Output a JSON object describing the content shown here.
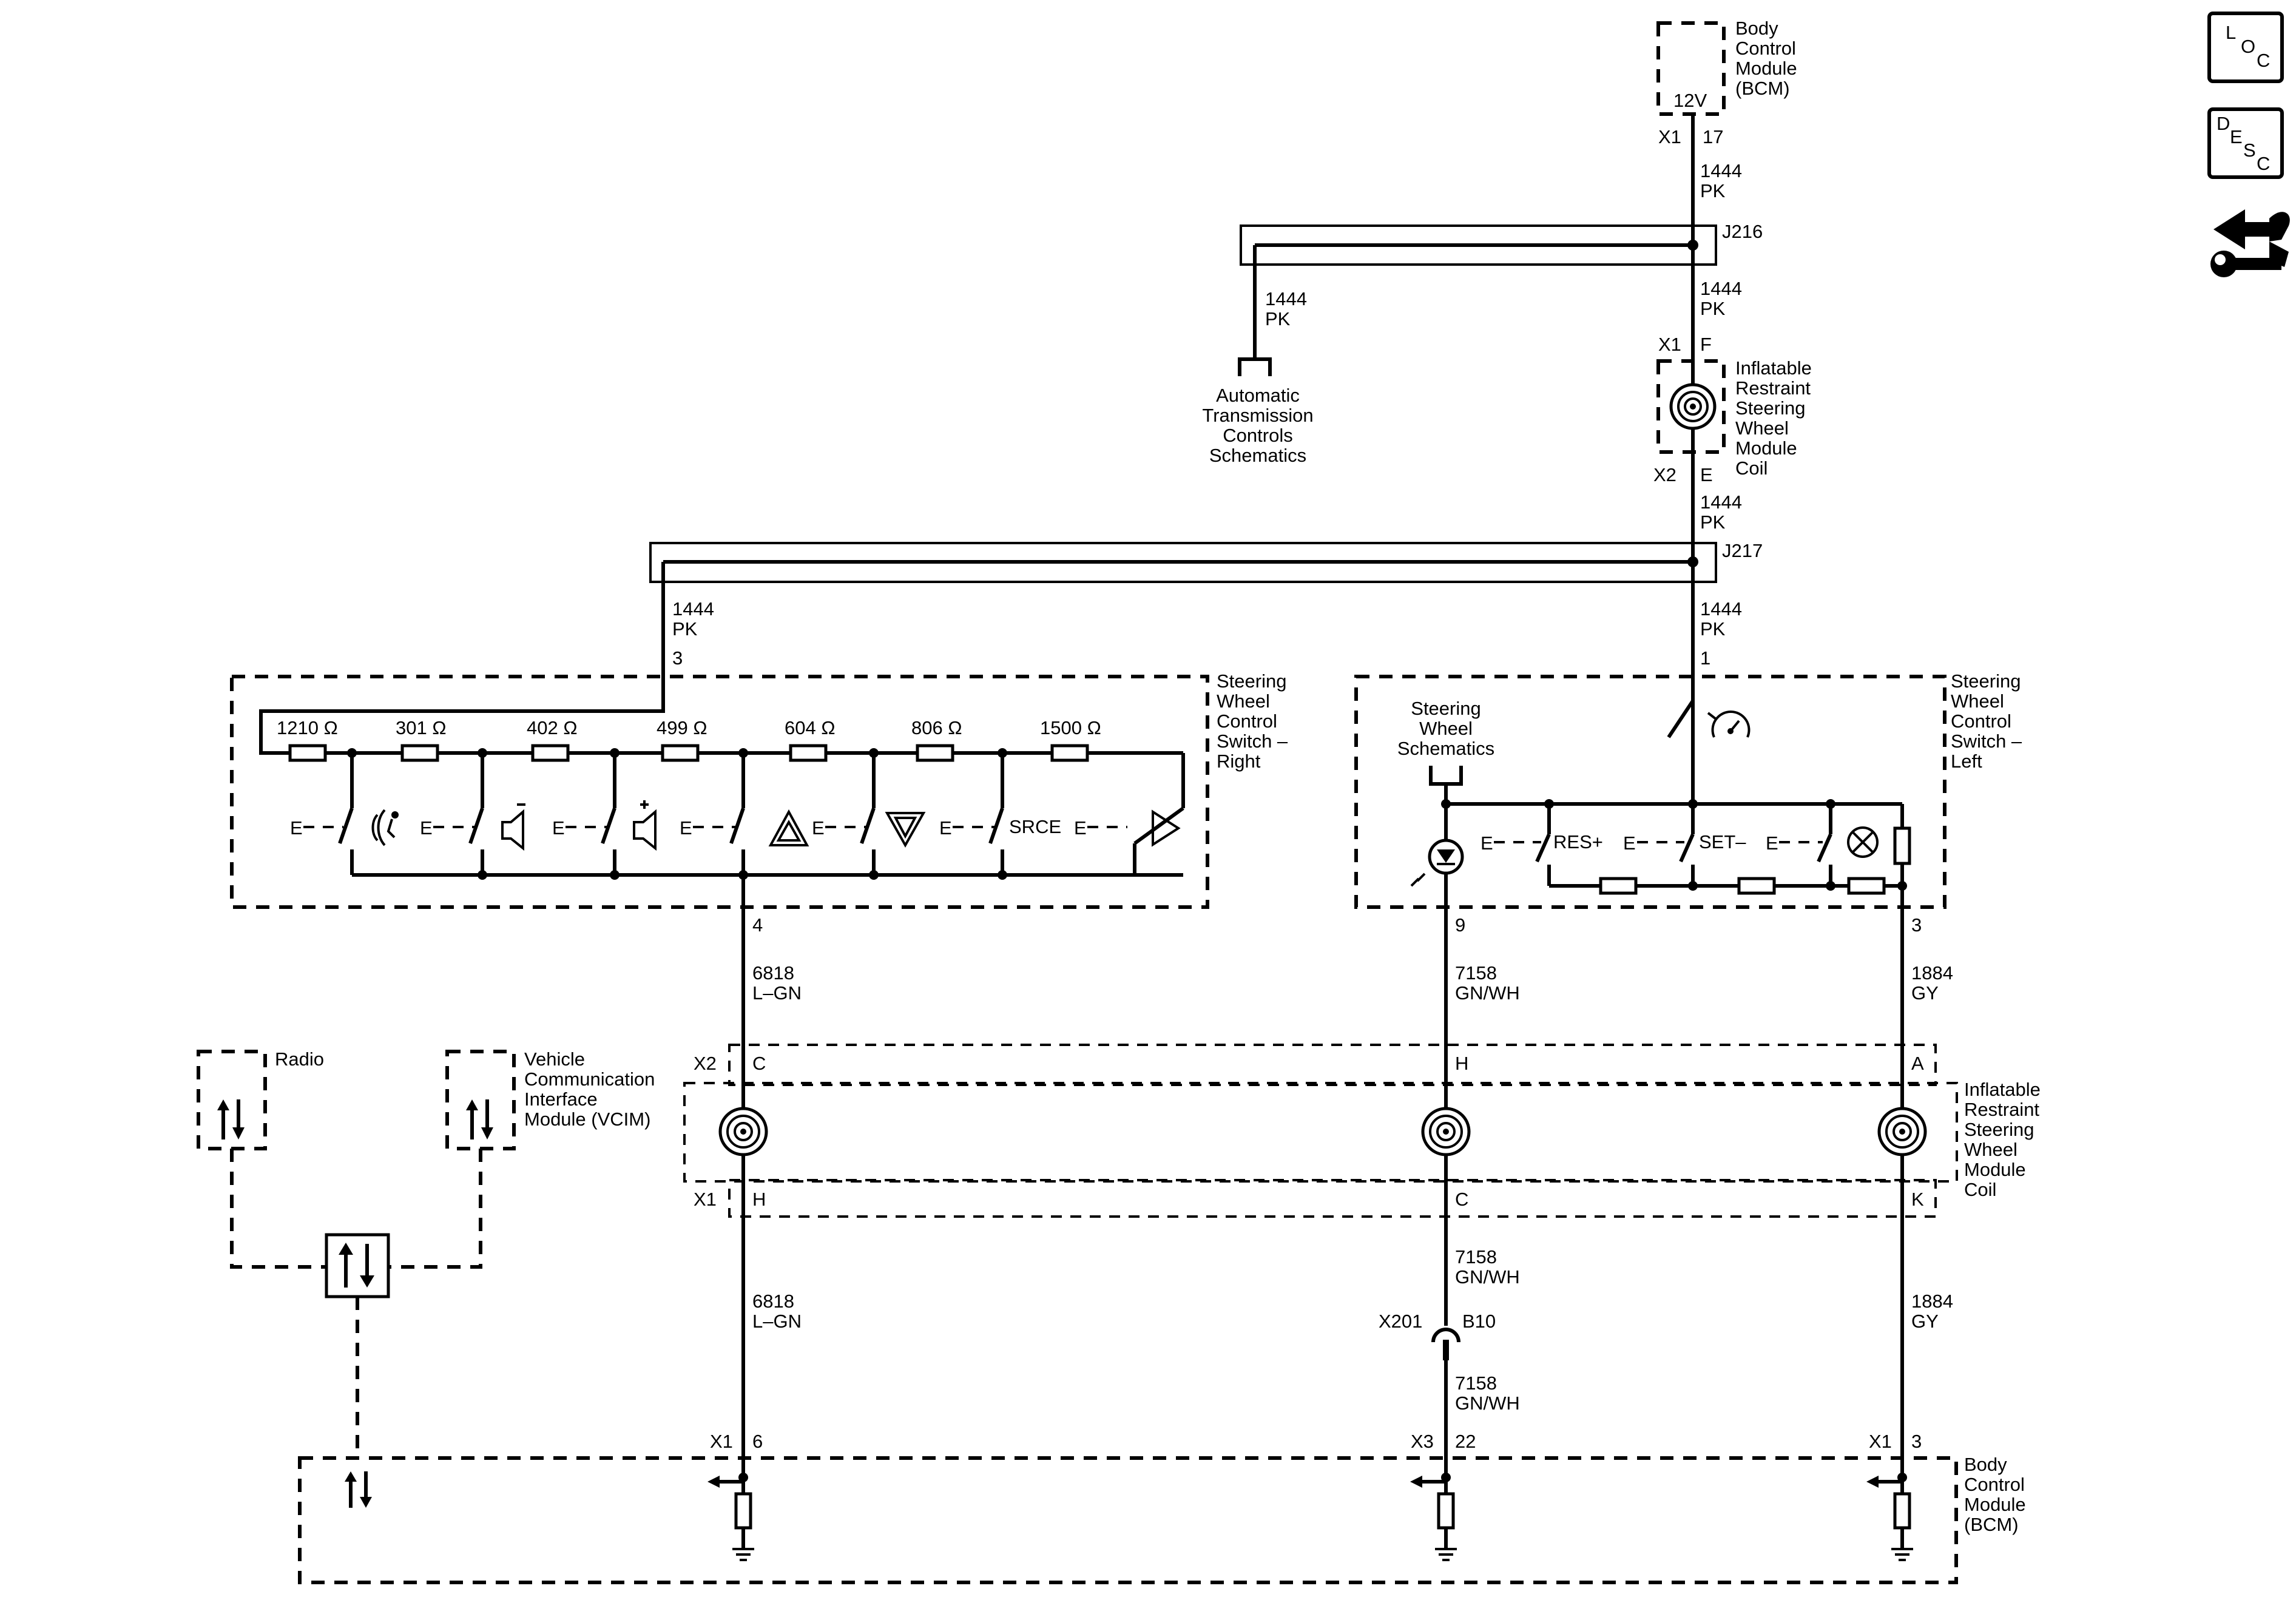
{
  "bcm_top": {
    "name": [
      "Body",
      "Control",
      "Module",
      "(BCM)"
    ],
    "voltage": "12V",
    "connector": "X1",
    "pin": "17"
  },
  "wires": {
    "pk": [
      "1444",
      "PK"
    ],
    "lgn": [
      "6818",
      "L–GN"
    ],
    "gnwh": [
      "7158",
      "GN/WH"
    ],
    "gy": [
      "1884",
      "GY"
    ]
  },
  "splices": {
    "j216": "J216",
    "j217": "J217"
  },
  "atc": {
    "label": [
      "Automatic",
      "Transmission",
      "Controls",
      "Schematics"
    ]
  },
  "coil_top": {
    "name": [
      "Inflatable",
      "Restraint",
      "Steering",
      "Wheel",
      "Module",
      "Coil"
    ],
    "c1": "X1",
    "p1": "F",
    "c2": "X2",
    "p2": "E"
  },
  "swc_right": {
    "name": [
      "Steering",
      "Wheel",
      "Control",
      "Switch –",
      "Right"
    ],
    "pin_in": "3",
    "pin_out": "4",
    "resistors": [
      "1210 Ω",
      "301 Ω",
      "402 Ω",
      "499 Ω",
      "604 Ω",
      "806 Ω",
      "1500 Ω"
    ],
    "srce": "SRCE",
    "switch_letter": "E"
  },
  "swc_left": {
    "name": [
      "Steering",
      "Wheel",
      "Control",
      "Switch –",
      "Left"
    ],
    "ref": [
      "Steering",
      "Wheel",
      "Schematics"
    ],
    "pin_in": "1",
    "pin_led": "9",
    "pin_out": "3",
    "res_plus": "RES+",
    "set_minus": "SET–"
  },
  "coil_bottom": {
    "name": [
      "Inflatable",
      "Restraint",
      "Steering",
      "Wheel",
      "Module",
      "Coil"
    ],
    "x2": "X2",
    "x1": "X1",
    "x2_pins": [
      "C",
      "H",
      "A"
    ],
    "x1_pins": [
      "H",
      "C",
      "K"
    ]
  },
  "radio": {
    "name": "Radio"
  },
  "vcim": {
    "name": [
      "Vehicle",
      "Communication",
      "Interface",
      "Module (VCIM)"
    ]
  },
  "x201": {
    "connector": "X201",
    "pin": "B10"
  },
  "bcm_bottom": {
    "name": [
      "Body",
      "Control",
      "Module",
      "(BCM)"
    ],
    "c1": "X1",
    "p1": "6",
    "c2": "X3",
    "p2": "22",
    "c3": "X1",
    "p3": "3"
  },
  "side_icons": {
    "loc": [
      "L",
      "O",
      "C"
    ],
    "desc": [
      "D",
      "E",
      "S",
      "C"
    ]
  }
}
